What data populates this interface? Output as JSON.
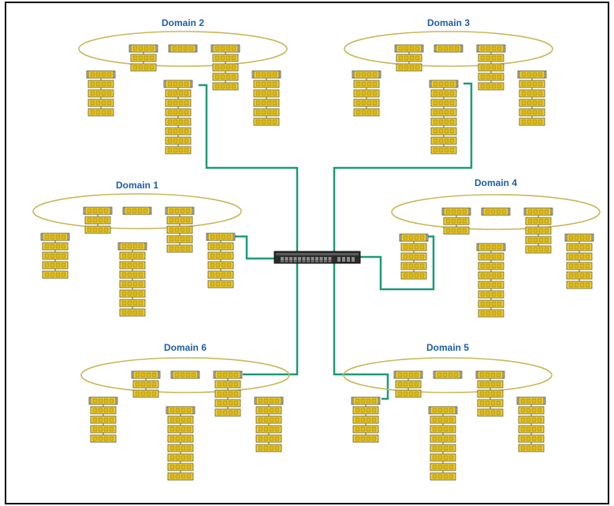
{
  "diagram": {
    "domains": [
      {
        "id": "domain-2",
        "label": "Domain 2"
      },
      {
        "id": "domain-3",
        "label": "Domain 3"
      },
      {
        "id": "domain-1",
        "label": "Domain 1"
      },
      {
        "id": "domain-4",
        "label": "Domain 4"
      },
      {
        "id": "domain-6",
        "label": "Domain 6"
      },
      {
        "id": "domain-5",
        "label": "Domain 5"
      }
    ],
    "colors": {
      "ring": "#c8b85a",
      "link": "#1e9a78",
      "switch_body": "#2b2b2b",
      "switch_ports": "#8a8a8a",
      "device_fill": "#f3d12a",
      "device_stroke": "#6f6a3c",
      "device_cap": "#bdbdbd",
      "border": "#000000",
      "label": "#1f5fa8"
    },
    "central_switch_icon": "network-switch-icon",
    "node_icon": "yellow-device-stack-icon"
  }
}
